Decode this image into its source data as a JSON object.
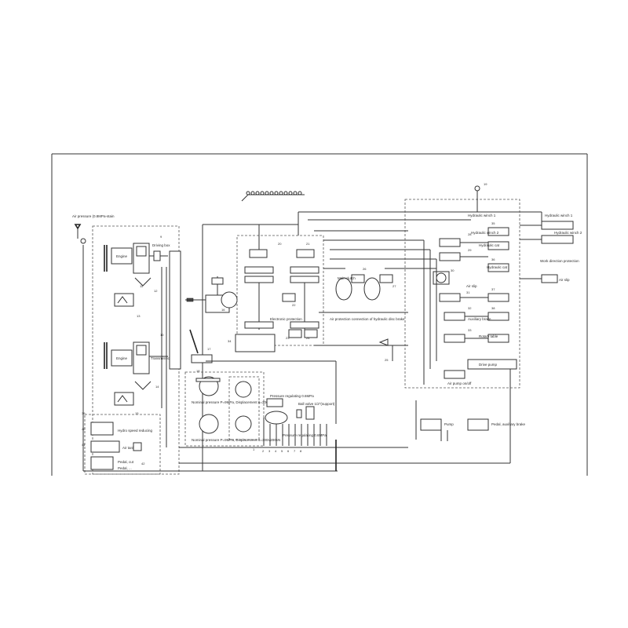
{
  "labels": {
    "air_source": "Air pressure (0.8MPa-stain",
    "engine_1": "Engine",
    "engine_2": "Engine",
    "driving_box": "Driving box",
    "transmission": "Transmission",
    "hydro_speed": "Hydro speed reducing",
    "air_tank": "Air tank",
    "pedal_1": "Pedal, cut",
    "pedal_2": "Pedal, ...",
    "pump_1": "Nominal pressure P=9MPa, Displacement 6=300r/200kN",
    "pump_2": "Nominal pressure P=9MPa, Displacement 6=300r/200kN",
    "pressure_reg_top": "Pressure regulating 0.6MPa",
    "pressure_reg_bottom": "Pressure regulating 0.6MPa",
    "ball_valve": "Ball valve 1/2\"(support)",
    "electronic_protection": "Electronic protection",
    "protection_connection": "Air protection connection of hydraulic disc brake",
    "clutch": "Main clutch",
    "hydraulic_winch_1": "Hydraulic winch 1",
    "hydraulic_winch_2": "Hydraulic winch 2",
    "hydraulic_cat_1": "Hydraulic cat",
    "hydraulic_cat_2": "Hydraulic cat",
    "work_direction": "Work direction protection",
    "auxiliary_brake": "Auxiliary brake",
    "air_slip": "Air slip",
    "air_slip_2": "Air slip",
    "rotary_table": "Rotary table",
    "drive_pump": "Drive pump",
    "pedal_aux": "Pedal, auxiliary brake",
    "pump_small": "Pump",
    "air_pump_on": "Air pump on/off"
  },
  "numbers": {
    "n1": "1",
    "n2": "2",
    "n3": "3",
    "n4": "4",
    "n5": "5",
    "n6": "6",
    "n7": "7",
    "n8": "8",
    "n9": "9",
    "n10": "10",
    "n11": "11",
    "n12": "12",
    "n13": "13",
    "n14": "14",
    "n15": "15",
    "n16": "16",
    "n17": "17",
    "n18": "18",
    "n19": "19",
    "n20": "20",
    "n21": "21",
    "n22": "22",
    "n23": "23",
    "n24": "24",
    "n25": "25",
    "n26": "26",
    "n27": "27",
    "n28": "28",
    "n29": "29",
    "n30": "30",
    "n31": "31",
    "n32": "32",
    "n33": "33",
    "n34": "34",
    "n35": "35",
    "n36": "36",
    "n37": "37",
    "n38": "38",
    "n39": "39",
    "n40": "40",
    "n41": "41",
    "n42": "42"
  }
}
